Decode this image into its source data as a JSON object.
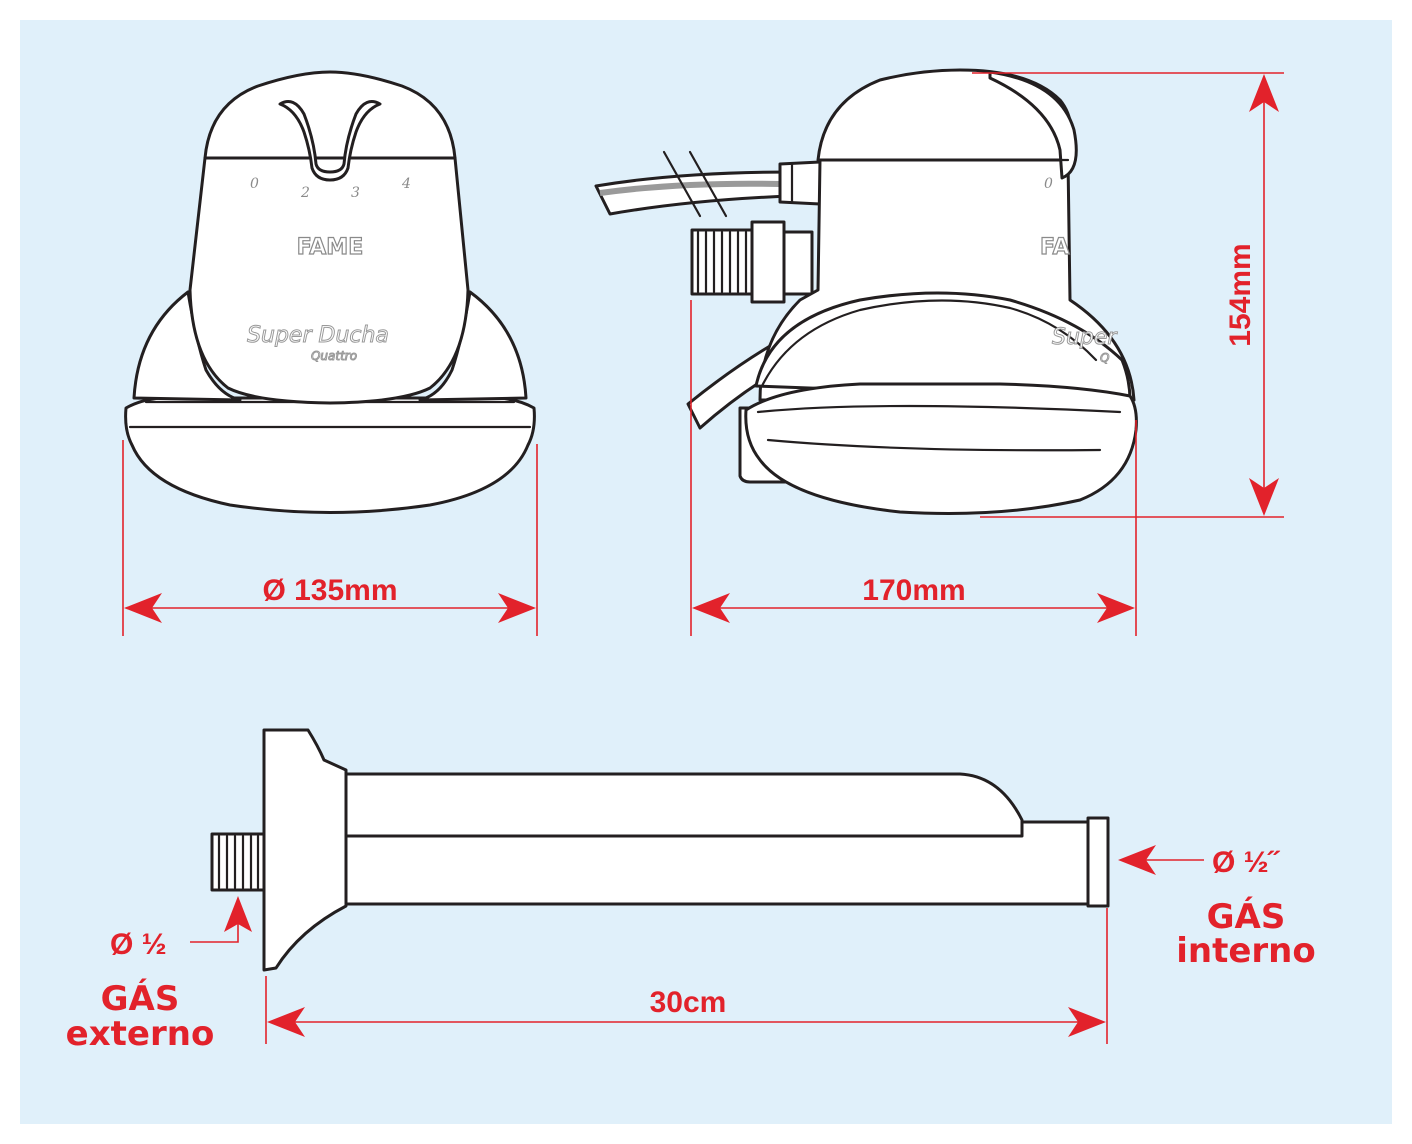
{
  "colors": {
    "background_panel": "#e0f0fa",
    "outline": "#231f20",
    "dimension": "#e2222b",
    "brand_text": "#8a8a8a"
  },
  "front_view": {
    "scale_marks": [
      "0",
      "2",
      "3",
      "4"
    ],
    "brand_logo": "FAME",
    "product_name": "Super Ducha",
    "product_subname": "Quattro",
    "width_label": "Ø 135mm"
  },
  "side_view": {
    "scale_marks": [
      "0"
    ],
    "brand_logo_partial": "FA",
    "product_name_partial": "Super",
    "product_subname_partial": "Q",
    "length_label": "170mm",
    "height_label": "154mm"
  },
  "arm_view": {
    "length_label": "30cm",
    "external_thread": {
      "diameter_label": "Ø ½",
      "gas_label_line1": "GÁS",
      "gas_label_line2": "externo"
    },
    "internal_thread": {
      "diameter_label": "Ø ½˝",
      "gas_label_line1": "GÁS",
      "gas_label_line2": "interno"
    }
  }
}
